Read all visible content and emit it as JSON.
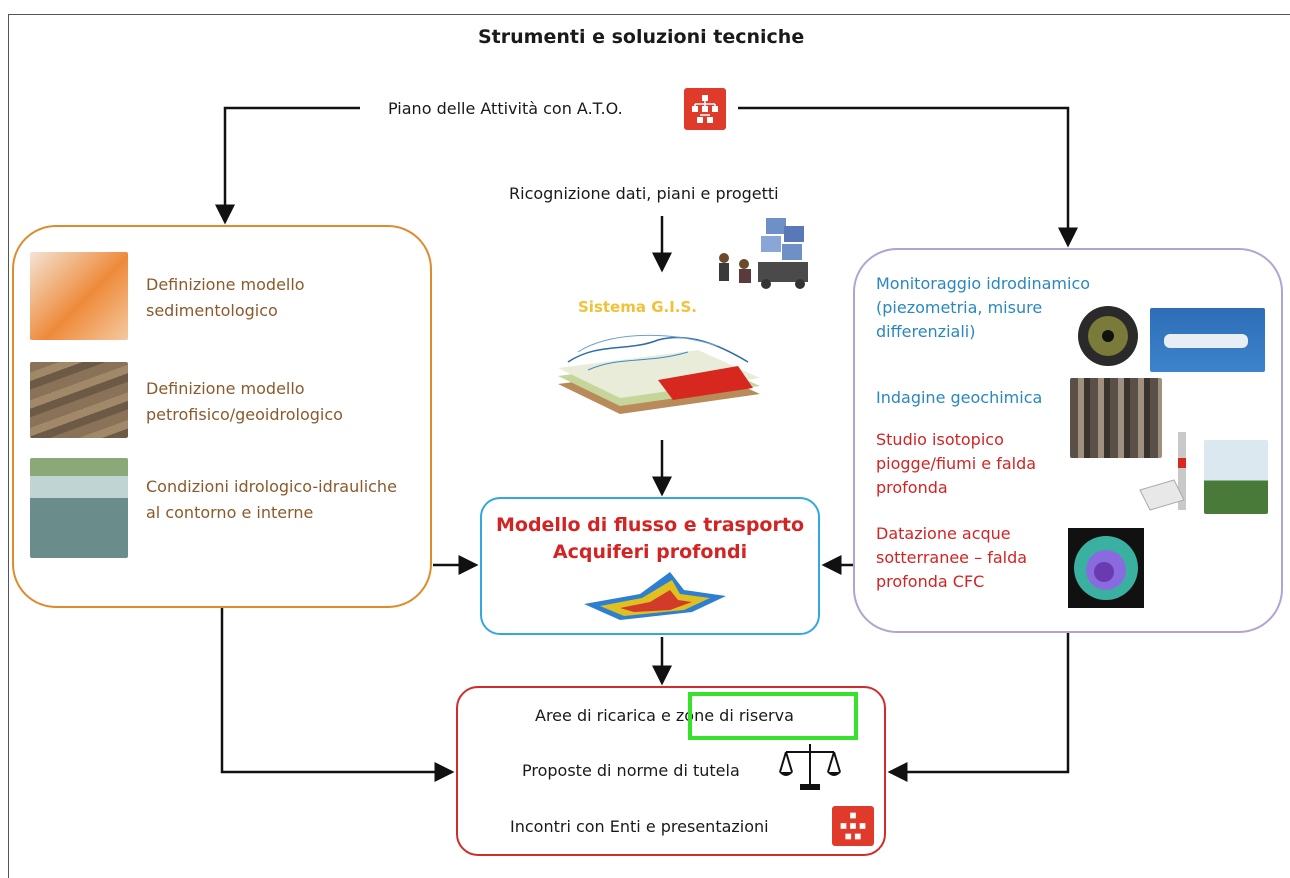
{
  "title": "Strumenti e soluzioni tecniche",
  "top_node": {
    "label": "Piano delle Attività con A.T.O.",
    "icon": "org-chart-icon"
  },
  "data_source": {
    "label": "Ricognizione dati, piani e progetti",
    "icon": "data-cubes-icon"
  },
  "gis": {
    "label": "Sistema G.I.S.",
    "icon": "gis-layers-icon"
  },
  "left_box": {
    "items": [
      {
        "line1": "Definizione modello",
        "line2": "sedimentologico",
        "icon": "sediment-map-icon"
      },
      {
        "line1": "Definizione modello",
        "line2": "petrofisico/geoidrologico",
        "icon": "rock-strata-icon"
      },
      {
        "line1": "Condizioni idrologico-idrauliche",
        "line2": "al contorno e interne",
        "icon": "river-icon"
      }
    ]
  },
  "right_box": {
    "monitoring": {
      "line1": "Monitoraggio idrodinamico",
      "line2": "(piezometria, misure",
      "line3": "differenziali)"
    },
    "geochem": "Indagine geochimica",
    "isotopic": {
      "line1": "Studio isotopico",
      "line2": "piogge/fiumi e falda",
      "line3": "profonda"
    },
    "dating": {
      "line1": "Datazione acque",
      "line2": "sotterranee – falda",
      "line3": "profonda CFC"
    }
  },
  "center_box": {
    "line1": "Modello di flusso e trasporto",
    "line2": "Acquiferi profondi",
    "icon": "aquifer-model-icon"
  },
  "bottom_box": {
    "items": [
      {
        "label": "Aree di ricarica e zone di riserva"
      },
      {
        "label": "Proposte di norme di tutela",
        "icon": "scales-icon"
      },
      {
        "label": "Incontri con Enti e presentazioni",
        "icon": "org-chart-icon"
      }
    ]
  },
  "colors": {
    "left_border": "#e08a2c",
    "right_border": "#b3a3cf",
    "center_border": "#35a7e0",
    "bottom_border": "#d32a2a",
    "highlight": "#37e22b"
  }
}
